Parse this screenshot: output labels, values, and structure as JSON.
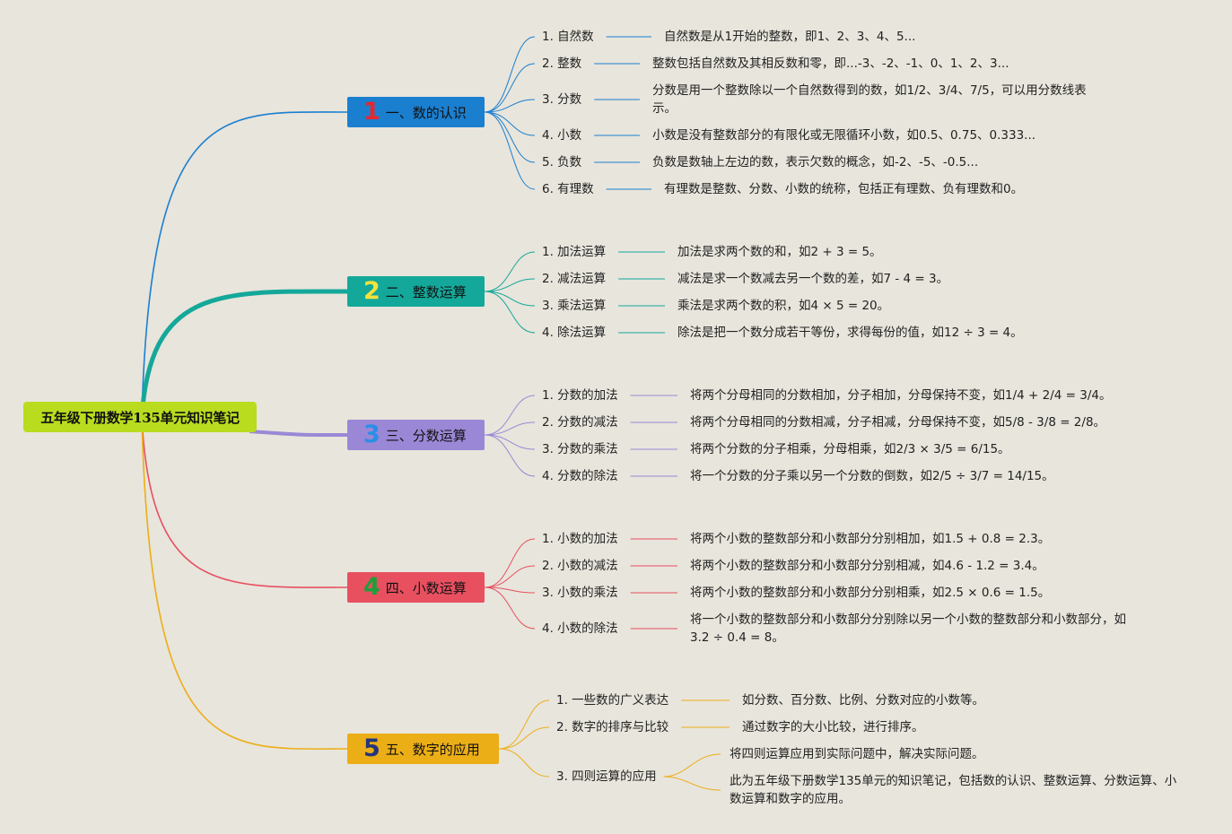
{
  "root": {
    "title": "五年级下册数学135单元知识笔记"
  },
  "branches": [
    {
      "num": "1",
      "label": "一、数的认识",
      "colors": {
        "line": "#1b7fd0",
        "box": "#1b7fd0",
        "num": "#e8262c"
      },
      "items": [
        {
          "label": "1. 自然数",
          "desc": "自然数是从1开始的整数，即1、2、3、4、5..."
        },
        {
          "label": "2. 整数",
          "desc": "整数包括自然数及其相反数和零，即...-3、-2、-1、0、1、2、3..."
        },
        {
          "label": "3. 分数",
          "desc": "分数是用一个整数除以一个自然数得到的数，如1/2、3/4、7/5，可以用分数线表示。"
        },
        {
          "label": "4. 小数",
          "desc": "小数是没有整数部分的有限化或无限循环小数，如0.5、0.75、0.333..."
        },
        {
          "label": "5. 负数",
          "desc": "负数是数轴上左边的数，表示欠数的概念，如-2、-5、-0.5..."
        },
        {
          "label": "6. 有理数",
          "desc": "有理数是整数、分数、小数的统称，包括正有理数、负有理数和0。"
        }
      ]
    },
    {
      "num": "2",
      "label": "二、整数运算",
      "colors": {
        "line": "#14a89a",
        "box": "#14a89a",
        "num": "#f4e23a"
      },
      "items": [
        {
          "label": "1. 加法运算",
          "desc": "加法是求两个数的和，如2 + 3 = 5。"
        },
        {
          "label": "2. 减法运算",
          "desc": "减法是求一个数减去另一个数的差，如7 - 4 = 3。"
        },
        {
          "label": "3. 乘法运算",
          "desc": "乘法是求两个数的积，如4 × 5 = 20。"
        },
        {
          "label": "4. 除法运算",
          "desc": "除法是把一个数分成若干等份，求得每份的值，如12 ÷ 3 = 4。"
        }
      ]
    },
    {
      "num": "3",
      "label": "三、分数运算",
      "colors": {
        "line": "#9a88d6",
        "box": "#9a88d6",
        "num": "#2a8ee6"
      },
      "items": [
        {
          "label": "1. 分数的加法",
          "desc": "将两个分母相同的分数相加，分子相加，分母保持不变，如1/4 + 2/4 = 3/4。"
        },
        {
          "label": "2. 分数的减法",
          "desc": "将两个分母相同的分数相减，分子相减，分母保持不变，如5/8 - 3/8 = 2/8。"
        },
        {
          "label": "3. 分数的乘法",
          "desc": "将两个分数的分子相乘，分母相乘，如2/3 × 3/5 = 6/15。"
        },
        {
          "label": "4. 分数的除法",
          "desc": "将一个分数的分子乘以另一个分数的倒数，如2/5 ÷ 3/7 = 14/15。"
        }
      ]
    },
    {
      "num": "4",
      "label": "四、小数运算",
      "colors": {
        "line": "#e85060",
        "box": "#e85060",
        "num": "#1f9e3a"
      },
      "items": [
        {
          "label": "1. 小数的加法",
          "desc": "将两个小数的整数部分和小数部分分别相加，如1.5 + 0.8 = 2.3。"
        },
        {
          "label": "2. 小数的减法",
          "desc": "将两个小数的整数部分和小数部分分别相减，如4.6 - 1.2 = 3.4。"
        },
        {
          "label": "3. 小数的乘法",
          "desc": "将两个小数的整数部分和小数部分分别相乘，如2.5 × 0.6 = 1.5。"
        },
        {
          "label": "4. 小数的除法",
          "desc": "将一个小数的整数部分和小数部分分别除以另一个小数的整数部分和小数部分，如3.2 ÷ 0.4 = 8。"
        }
      ]
    },
    {
      "num": "5",
      "label": "五、数字的应用",
      "colors": {
        "line": "#ecae17",
        "box": "#ecae17",
        "num": "#23357c"
      },
      "items": [
        {
          "label": "1. 一些数的广义表达",
          "desc": "如分数、百分数、比例、分数对应的小数等。"
        },
        {
          "label": "2. 数字的排序与比较",
          "desc": "通过数字的大小比较，进行排序。"
        },
        {
          "label": "3. 四则运算的应用",
          "subs": [
            "将四则运算应用到实际问题中，解决实际问题。",
            "此为五年级下册数学135单元的知识笔记，包括数的认识、整数运算、分数运算、小数运算和数字的应用。"
          ]
        }
      ]
    }
  ]
}
